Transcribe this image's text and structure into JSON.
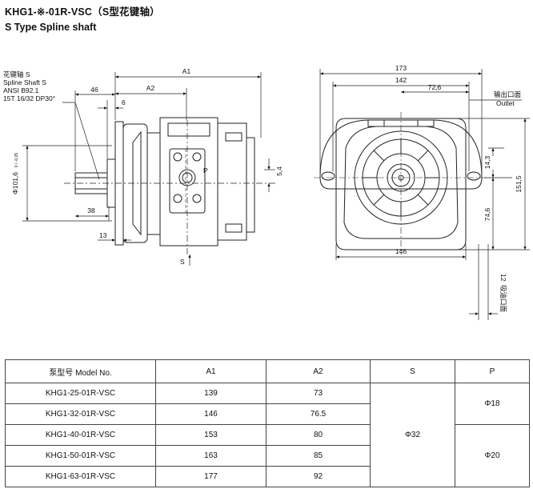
{
  "header": {
    "title": "KHG1-※-01R-VSC（S型花键轴）",
    "subtitle": "S Type Spline shaft"
  },
  "drawing": {
    "shaft_note": [
      "花键轴 S",
      "Spline Shaft S",
      "ANSI B92.1",
      "15T 16/32 DP30°"
    ],
    "dims": {
      "a1": "A1",
      "a2": "A2",
      "d46": "46",
      "d6": "6",
      "d38": "38",
      "d13": "13",
      "d54": "5,4",
      "diameter": "Φ101,6",
      "diameter_tol": "0 / -0,05",
      "p_label": "P",
      "s_label": "S",
      "d173": "173",
      "d142": "142",
      "d726": "72,6",
      "d143": "14,3",
      "d1515": "151,5",
      "d746": "74,6",
      "d146": "146",
      "d12": "12",
      "outlet_cn": "输出口面",
      "outlet_en": "Outlet",
      "inlet_cn": "吸油口面"
    }
  },
  "table": {
    "headers": [
      "泵型号  Model No.",
      "A1",
      "A2",
      "S",
      "P"
    ],
    "rows": [
      {
        "model": "KHG1-25-01R-VSC",
        "a1": "139",
        "a2": "73"
      },
      {
        "model": "KHG1-32-01R-VSC",
        "a1": "146",
        "a2": "76.5"
      },
      {
        "model": "KHG1-40-01R-VSC",
        "a1": "153",
        "a2": "80"
      },
      {
        "model": "KHG1-50-01R-VSC",
        "a1": "163",
        "a2": "85"
      },
      {
        "model": "KHG1-63-01R-VSC",
        "a1": "177",
        "a2": "92"
      }
    ],
    "s_value": "Φ32",
    "p_value_1": "Φ18",
    "p_value_2": "Φ20"
  }
}
